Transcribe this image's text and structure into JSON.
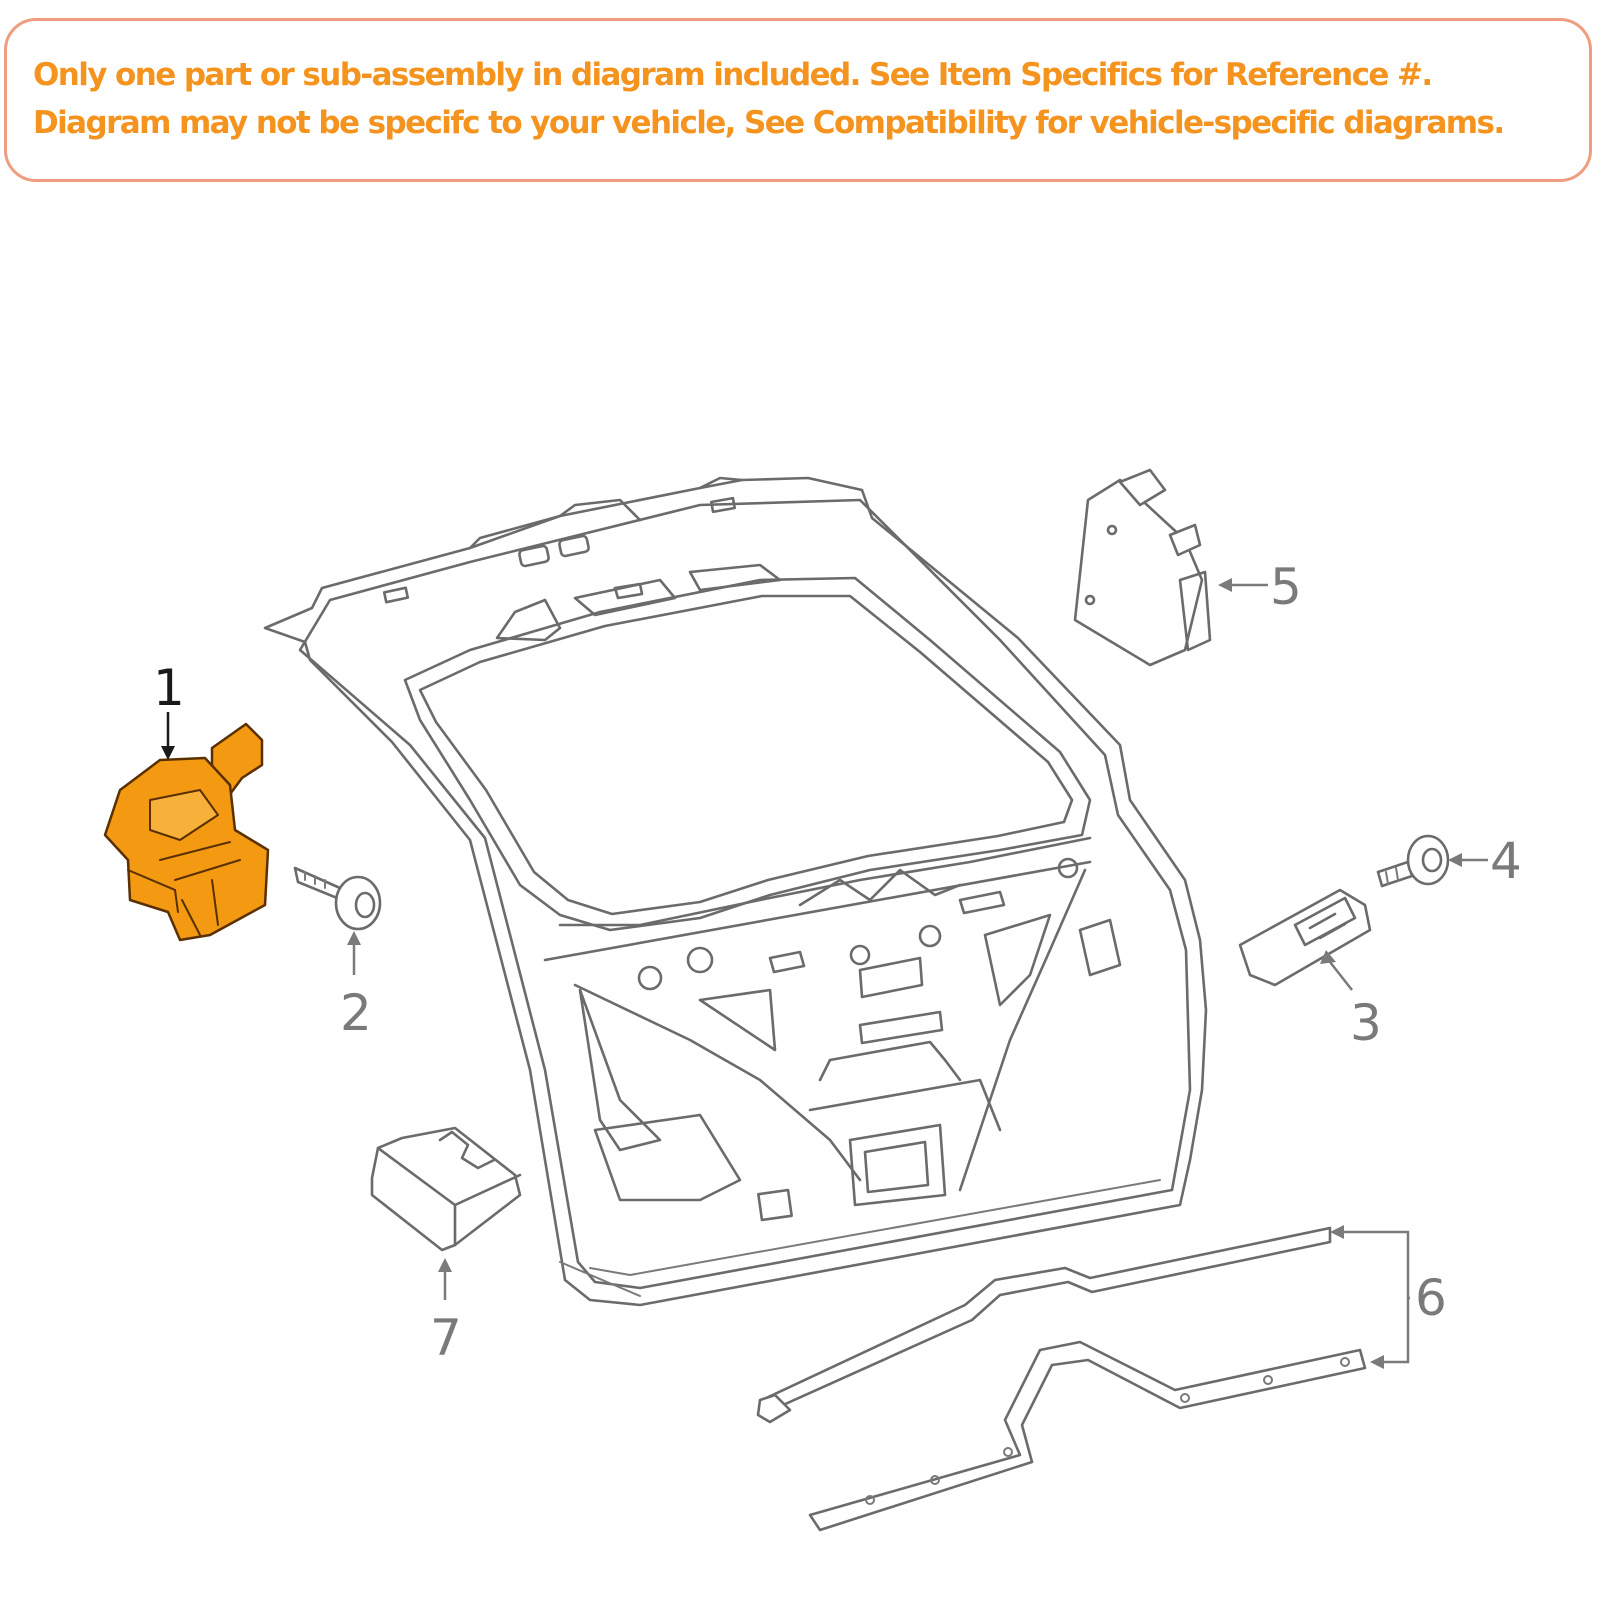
{
  "notice": {
    "line1": "Only one part or sub-assembly in diagram included. See Item Specifics for Reference #.",
    "line2": "Diagram may not be specifc to your vehicle, See Compatibility for vehicle-specific diagrams."
  },
  "colors": {
    "notice_text": "#f5931f",
    "notice_border": "#ee9e7f",
    "highlighted_part": "#f39a12",
    "line_art": "#6b6b6b"
  },
  "diagram": {
    "highlighted_callout": "1",
    "callouts": [
      {
        "label": "1",
        "part": "highlighted latch part"
      },
      {
        "label": "2",
        "part": "screw"
      },
      {
        "label": "3",
        "part": "switch"
      },
      {
        "label": "4",
        "part": "bolt"
      },
      {
        "label": "5",
        "part": "module"
      },
      {
        "label": "6",
        "part": "rods"
      },
      {
        "label": "7",
        "part": "bracket"
      }
    ]
  }
}
